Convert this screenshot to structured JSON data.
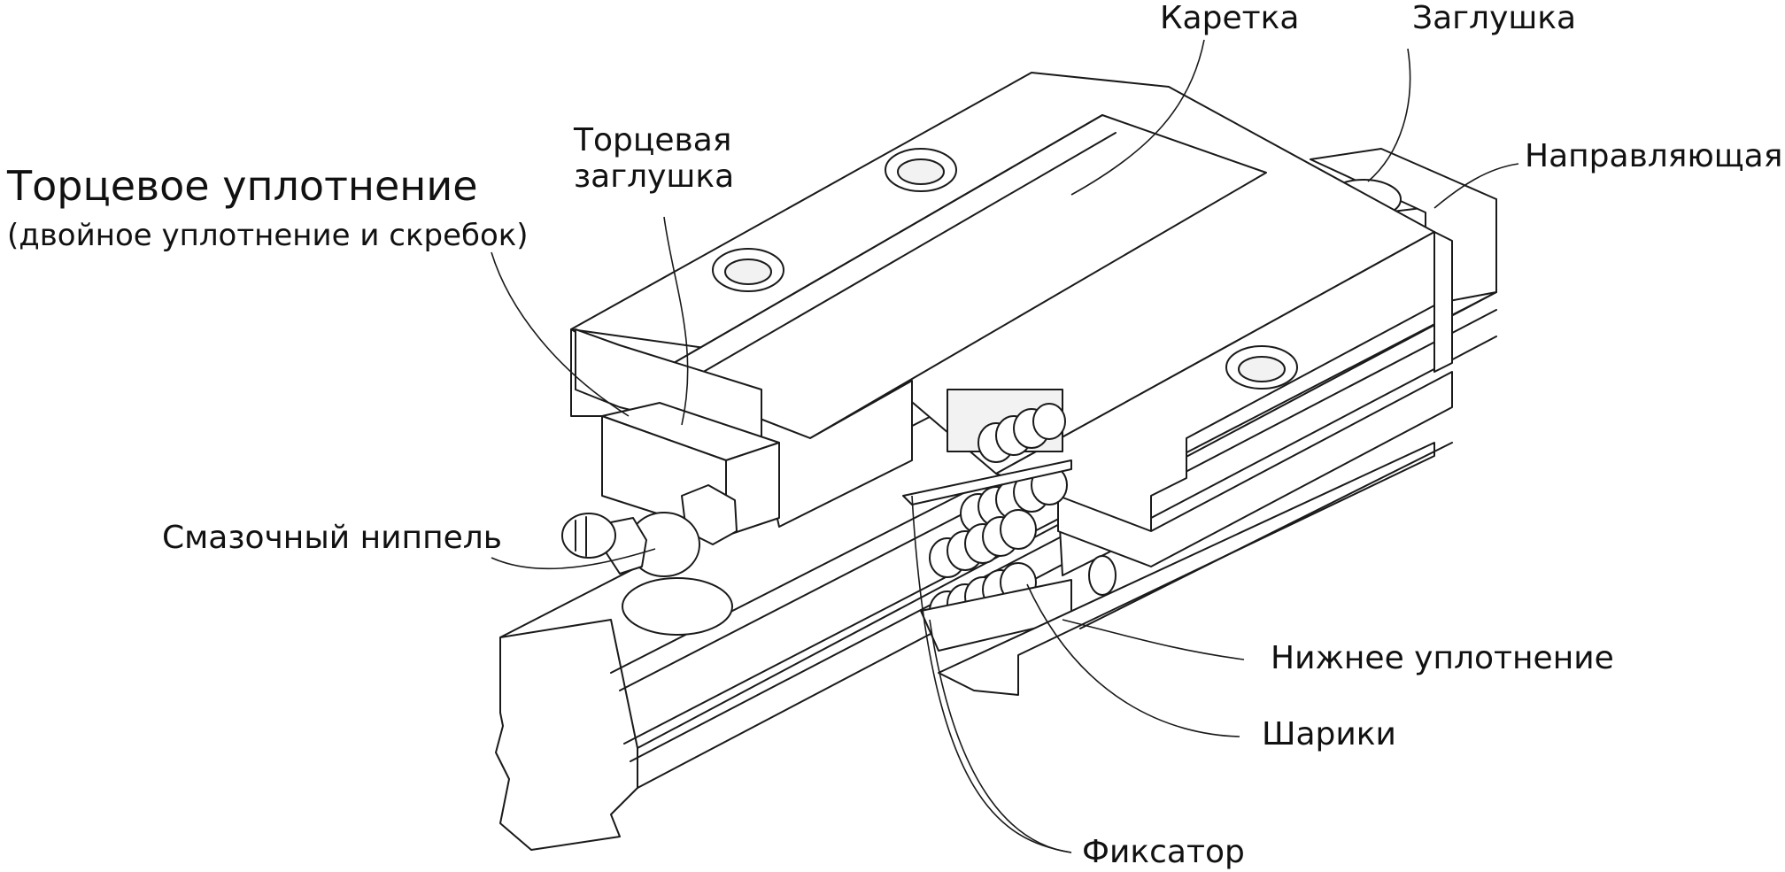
{
  "diagram": {
    "labels": {
      "kareta": "Каретка",
      "zaglushka": "Заглушка",
      "napravlyayuschaya": "Направляющая",
      "tortsevaya_zaglushka": "Торцевая\nзаглушка",
      "tortsevoe_uplotnenie": "Торцевое уплотнение",
      "tortsevoe_uplotnenie_note": "(двойное уплотнение и скребок)",
      "smazochny_nippel": "Смазочный ниппель",
      "nizhnee_uplotnenie": "Нижнее уплотнение",
      "shariki": "Шарики",
      "fiksator": "Фиксатор"
    },
    "colors": {
      "line": "#1a1a1a",
      "fill": "#ffffff",
      "shade": "#f2f2f2"
    }
  }
}
